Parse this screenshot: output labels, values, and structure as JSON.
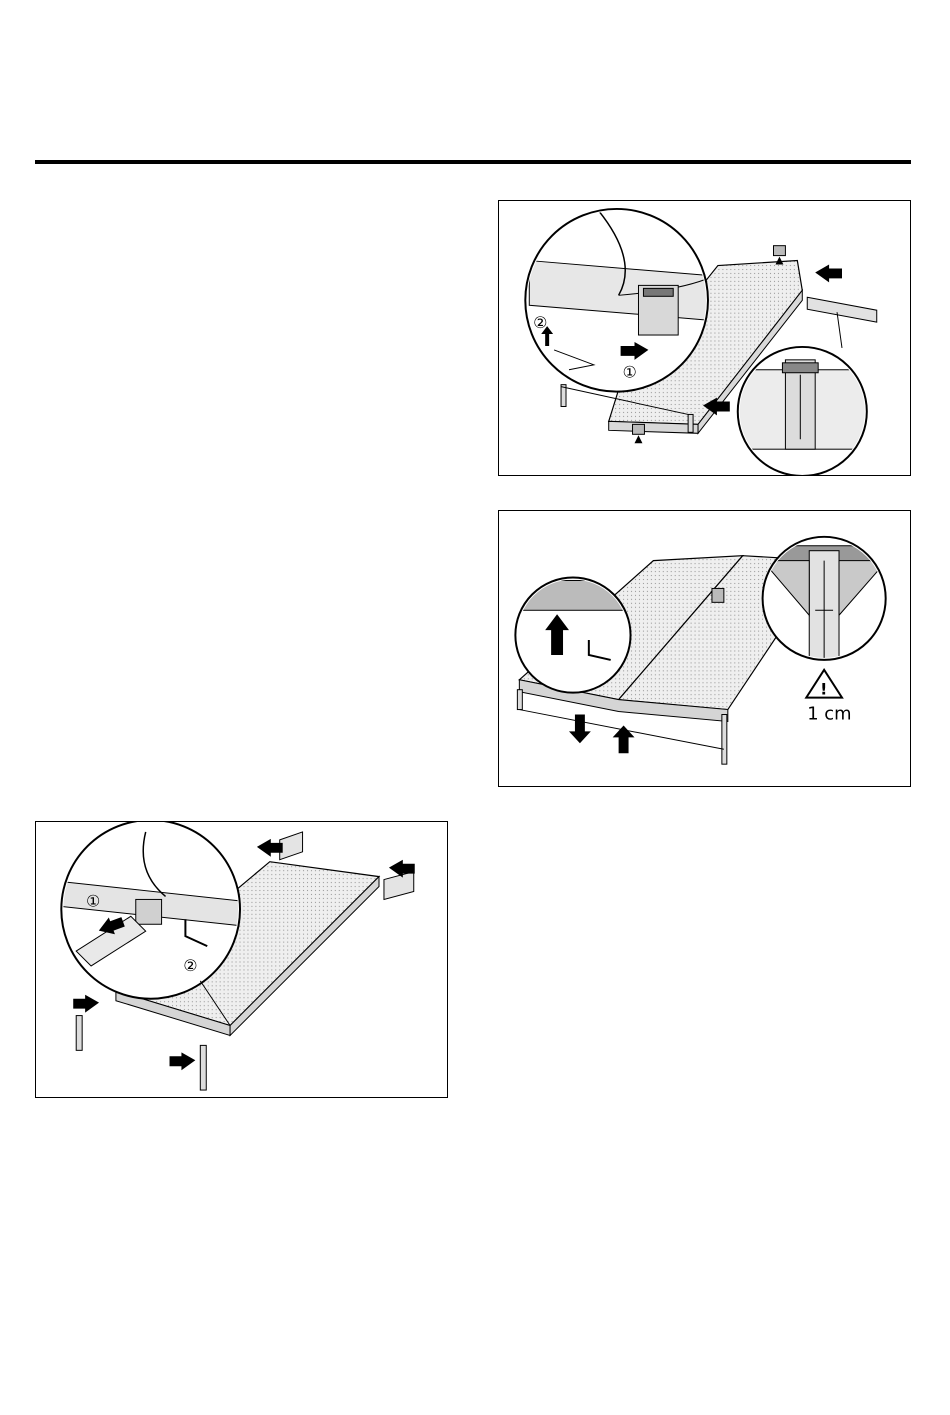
{
  "page": {
    "background": "#ffffff",
    "rule_color": "#000000"
  },
  "figures": [
    {
      "id": "fig1",
      "callouts": [
        "②",
        "①"
      ]
    },
    {
      "id": "fig2",
      "warning_icon": "warning-triangle-icon",
      "gap_label": "1 cm"
    },
    {
      "id": "fig3",
      "callouts": [
        "①",
        "②"
      ]
    }
  ],
  "colors": {
    "line": "#000000",
    "fill_light": "#ececec",
    "fill_mid": "#d4d4d4",
    "fill_dark": "#9a9a9a"
  }
}
